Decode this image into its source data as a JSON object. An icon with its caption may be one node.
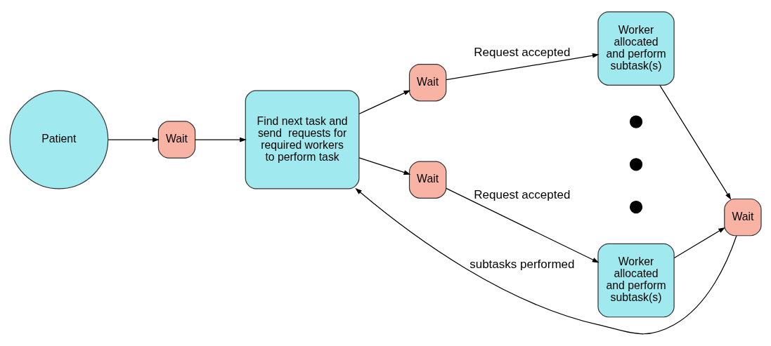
{
  "diagram": {
    "nodes": [
      {
        "text": [
          "Patient"
        ]
      },
      {
        "text": [
          "Wait"
        ]
      },
      {
        "text": [
          "Find next task and send  requests for required workers to perform task"
        ]
      },
      {
        "text": [
          "Wait"
        ]
      },
      {
        "text": [
          "Wait"
        ]
      },
      {
        "text": [
          "Worker allocated and perform subtask(s)"
        ]
      },
      {
        "text": [],
        "shape": "circle"
      },
      {
        "text": [],
        "shape": "circle"
      },
      {
        "text": [],
        "shape": "circle"
      },
      {
        "text": [
          "Worker allocated and perform subtask(s)"
        ]
      },
      {
        "text": [
          "Wait"
        ]
      }
    ],
    "edges": [
      {
        "from": 0,
        "to": 1,
        "arrow": "to"
      },
      {
        "from": 1,
        "to": 2,
        "arrow": "to"
      },
      {
        "from": 2,
        "to": 3,
        "arrow": "to"
      },
      {
        "from": 2,
        "to": 4,
        "arrow": "to"
      },
      {
        "from": 3,
        "to": 5,
        "arrow": "to",
        "label": "Request accepted"
      },
      {
        "from": 4,
        "to": 9,
        "arrow": "to",
        "label": "Request accepted"
      },
      {
        "from": 5,
        "to": 10,
        "arrow": "to"
      },
      {
        "from": 9,
        "to": 10,
        "arrow": "to"
      },
      {
        "from": 10,
        "to": 2,
        "arrow": "to",
        "label": "subtasks performed"
      }
    ]
  }
}
